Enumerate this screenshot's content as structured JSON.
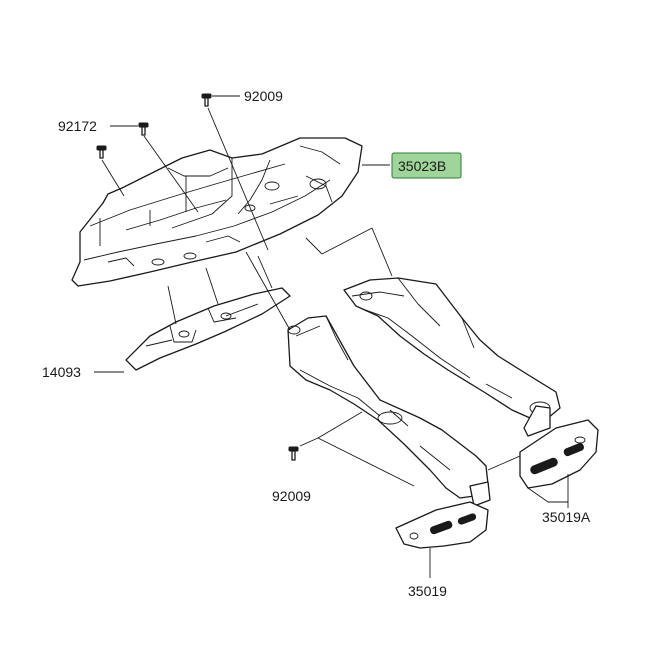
{
  "diagram": {
    "highlight_color": "#9fd49a",
    "labels": {
      "p92009_top": "92009",
      "p92172": "92172",
      "p35023B": "35023B",
      "p14093": "14093",
      "p92009_bottom": "92009",
      "p35019A": "35019A",
      "p35019": "35019"
    }
  }
}
